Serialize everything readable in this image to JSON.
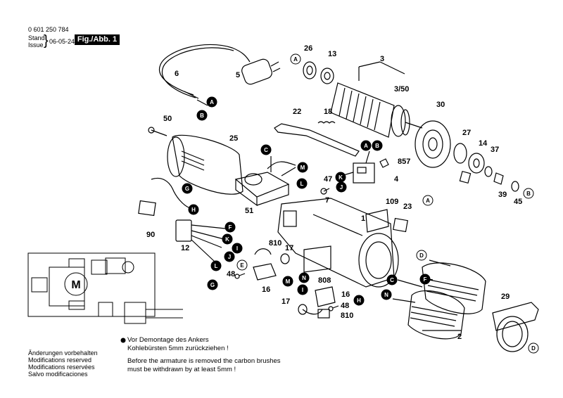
{
  "header": {
    "part_no": "0 601 250 784",
    "stand": "Stand",
    "issue": "Issue",
    "date": "06-05-24",
    "fig_label": "Fig./Abb. 1"
  },
  "note": {
    "de_line1": "Vor Demontage des Ankers",
    "de_line2": "Kohlebürsten 5mm zurückziehen !",
    "en_line1": "Before the armature is removed the carbon brushes",
    "en_line2": "must be withdrawn by at least 5mm !"
  },
  "footer": [
    "Änderungen vorbehalten",
    "Modifications reserved",
    "Modifications reservées",
    "Salvo modificaciones"
  ],
  "part_numbers": [
    "6",
    "5",
    "26",
    "13",
    "3",
    "3/50",
    "30",
    "22",
    "18",
    "27",
    "14",
    "37",
    "857",
    "4",
    "39",
    "45",
    "50",
    "25",
    "47",
    "7",
    "51",
    "109",
    "23",
    "1",
    "90",
    "12",
    "810",
    "17",
    "48",
    "16",
    "808",
    "16",
    "48",
    "17",
    "810",
    "2",
    "29"
  ],
  "callouts_dark": [
    "B",
    "A",
    "C",
    "M",
    "L",
    "G",
    "H",
    "A",
    "B",
    "K",
    "J",
    "F",
    "K",
    "I",
    "J",
    "L",
    "M",
    "G",
    "N",
    "I",
    "H",
    "C",
    "F",
    "N"
  ],
  "callouts_light": [
    "A",
    "D",
    "A",
    "B",
    "D",
    "E"
  ],
  "motor_symbol": "M"
}
